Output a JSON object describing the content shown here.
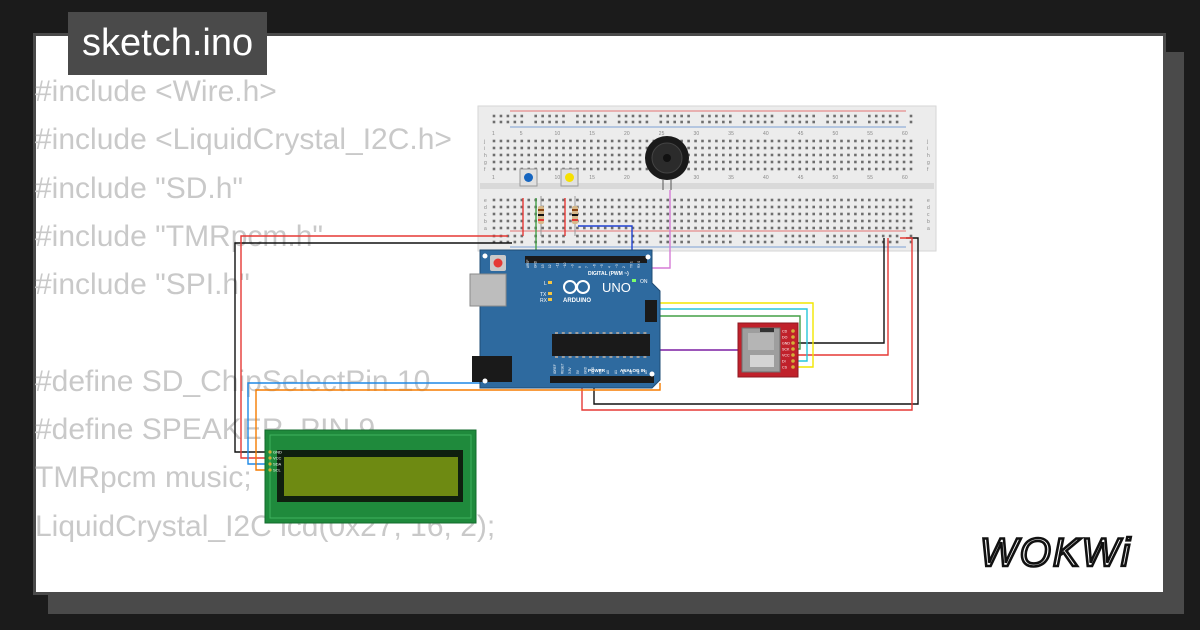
{
  "title": "sketch.ino",
  "code_lines": [
    "#include <Wire.h>",
    "#include <LiquidCrystal_I2C.h>",
    "#include \"SD.h\"",
    "#include \"TMRpcm.h\"",
    "#include \"SPI.h\"",
    "",
    "#define SD_ChipSelectPin 10",
    "#define SPEAKER_PIN 9",
    "TMRpcm music;",
    "LiquidCrystal_I2C lcd(0x27, 16, 2);"
  ],
  "breadboard": {
    "column_numbers_top": [
      "1",
      "5",
      "10",
      "15",
      "20",
      "25",
      "30",
      "35",
      "40",
      "45",
      "50",
      "55",
      "60"
    ],
    "column_numbers_bottom": [
      "1",
      "5",
      "10",
      "15",
      "20",
      "25",
      "30",
      "35",
      "40",
      "45",
      "50",
      "55",
      "60"
    ],
    "row_letters_left": [
      "j",
      "i",
      "h",
      "g",
      "f",
      "e",
      "d",
      "c",
      "b",
      "a"
    ],
    "row_letters_right": [
      "j",
      "i",
      "h",
      "g",
      "f",
      "e",
      "d",
      "c",
      "b",
      "a"
    ]
  },
  "arduino": {
    "model_label": "UNO",
    "brand_label": "ARDUINO",
    "digital_label": "DIGITAL (PWM ~)",
    "power_label": "POWER",
    "analog_label": "ANALOG IN",
    "on_label": "ON",
    "tx_label": "TX",
    "rx_label": "RX",
    "l_label": "L",
    "header_top_labels": [
      "AREF",
      "GND",
      "13",
      "12",
      "~11",
      "~10",
      "~9",
      "8",
      "7",
      "~6",
      "~5",
      "4",
      "~3",
      "2",
      "TX 1",
      "RX 0"
    ],
    "header_bottom_labels": [
      "IOREF",
      "RESET",
      "3.3V",
      "5V",
      "GND",
      "GND",
      "Vin",
      "A0",
      "A1",
      "A2",
      "A3",
      "A4",
      "A5"
    ]
  },
  "lcd": {
    "pin_labels": [
      "GND",
      "VCC",
      "SDA",
      "SCL"
    ]
  },
  "sd_module": {
    "pin_labels": [
      "CD",
      "DO",
      "GND",
      "SCK",
      "VCC",
      "DI",
      "CS"
    ]
  },
  "logo": {
    "text": "WOKWi"
  },
  "colors": {
    "background": "#1b1b1b",
    "panel": "#ffffff",
    "panel_border": "#4a4a4a",
    "code_text": "#c9c9c9",
    "arduino_board": "#2e6a9f",
    "lcd_pcb": "#1f8a3c",
    "lcd_screen": "#6e8a12",
    "sd_pcb": "#c0212b",
    "button_blue": "#1565c0",
    "button_yellow": "#f6e000"
  },
  "icons": {
    "arduino_logo": "infinity-icon",
    "buzzer": "buzzer-icon"
  }
}
